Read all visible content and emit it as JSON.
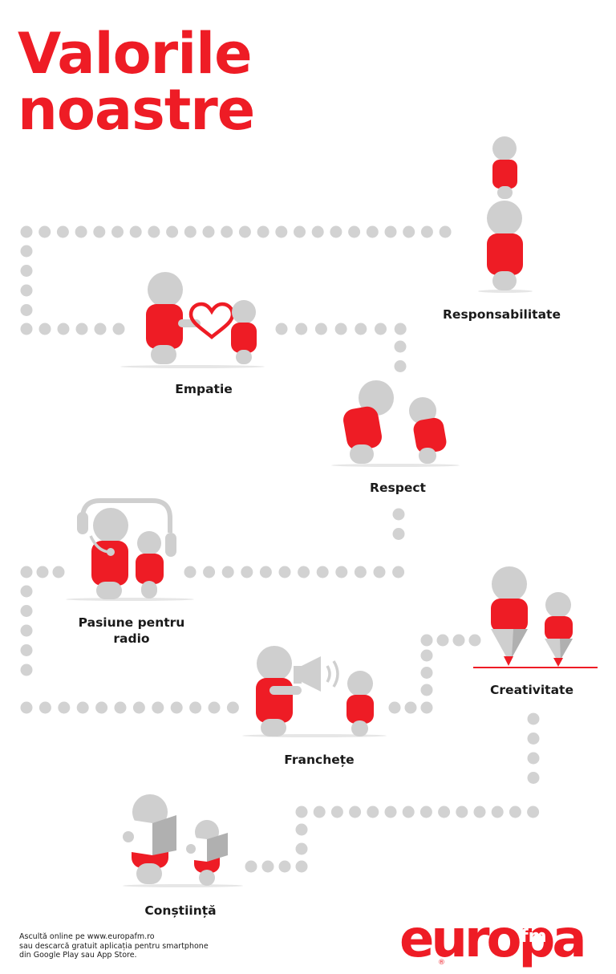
{
  "title": {
    "line1": "Valorile",
    "line2": "noastre"
  },
  "values": {
    "responsabilitate": "Responsabilitate",
    "empatie": "Empatie",
    "respect": "Respect",
    "pasiune_line1": "Pasiune pentru",
    "pasiune_line2": "radio",
    "creativitate": "Creativitate",
    "franchete": "Franchețe",
    "constiinta": "Conștiință"
  },
  "footer": {
    "line1": "Ascultă online pe www.europafm.ro",
    "line2": "sau descarcă gratuit aplicația pentru smartphone",
    "line3": "din Google Play sau App Store."
  },
  "logo": {
    "main": "europa",
    "sub": "fm",
    "registered": "®"
  },
  "colors": {
    "red": "#ee1c25",
    "gray": "#cfcfcf",
    "dot": "#d2d2d2",
    "text": "#1a1a1a"
  }
}
